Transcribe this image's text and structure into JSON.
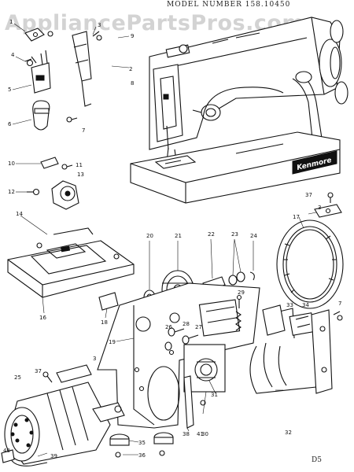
{
  "header": {
    "model_text": "MODEL NUMBER 158.10450"
  },
  "watermark": {
    "text": "AppliancePartsPros.com"
  },
  "footer": {
    "page_code": "D5"
  },
  "brand": {
    "text": "Kenmore"
  },
  "callouts": [
    "1",
    "2",
    "3",
    "4",
    "5",
    "6",
    "7",
    "8",
    "9",
    "10",
    "11",
    "12",
    "13",
    "14",
    "16",
    "17",
    "18",
    "19",
    "20",
    "21",
    "22",
    "23",
    "24",
    "25",
    "26",
    "27",
    "28",
    "29",
    "30",
    "31",
    "32",
    "33",
    "34",
    "35",
    "36",
    "37",
    "38",
    "39",
    "40",
    "41"
  ],
  "colors": {
    "ink": "#111111",
    "paper": "#ffffff",
    "watermark": "#969696"
  }
}
